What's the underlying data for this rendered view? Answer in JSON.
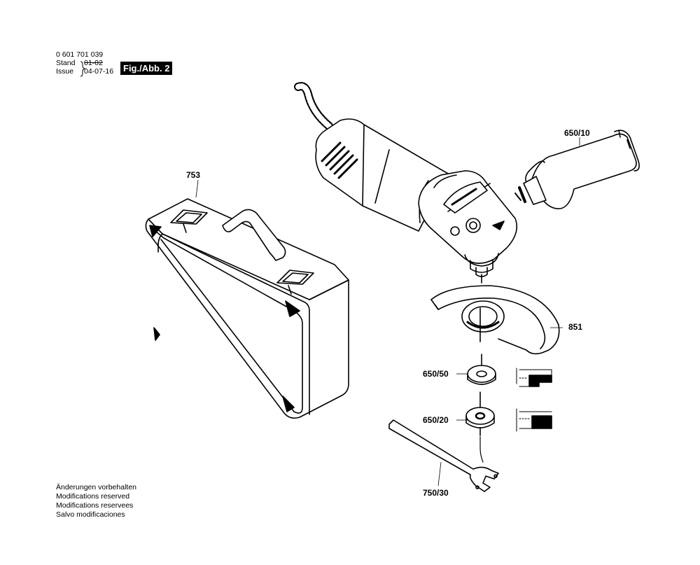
{
  "header": {
    "part_number": "0 601 701 039",
    "stand_label": "Stand",
    "stand_value": "01-02",
    "issue_label": "Issue",
    "issue_value": "04-07-16",
    "figure_label": "Fig./Abb. 2"
  },
  "notes": [
    "Änderungen vorbehalten",
    "Modifications reserved",
    "Modifications reservees",
    "Salvo modificaciones"
  ],
  "parts": {
    "case": "753",
    "handle": "650/10",
    "guard": "851",
    "inner_flange": "650/50",
    "clamping_nut": "650/20",
    "spanner": "750/30"
  }
}
